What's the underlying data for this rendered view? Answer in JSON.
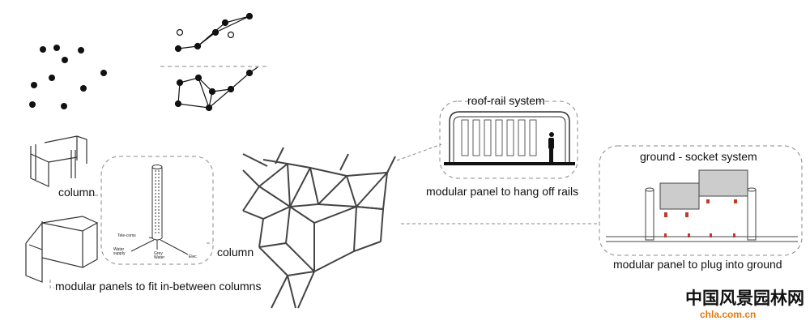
{
  "labels": {
    "column_left": "column",
    "column_center": "column",
    "modular_panels": "modular panels to fit in-between columns",
    "roof_rail_title": "roof-rail system",
    "roof_rail_caption": "modular panel to hang off rails",
    "ground_socket_title": "ground - socket system",
    "ground_socket_caption": "modular panel to plug into ground",
    "telecoms": "Tele-coms",
    "water_supply": "Water supply",
    "grey_water": "Grey Water",
    "elec": "Elec"
  },
  "watermark": {
    "chinese": "中国风景园林网",
    "url": "chla.com.cn"
  },
  "colors": {
    "line": "#333333",
    "dash": "#888888",
    "panel": "#cccccc",
    "socket": "#c0392b",
    "watermark_url": "#e07a10"
  }
}
